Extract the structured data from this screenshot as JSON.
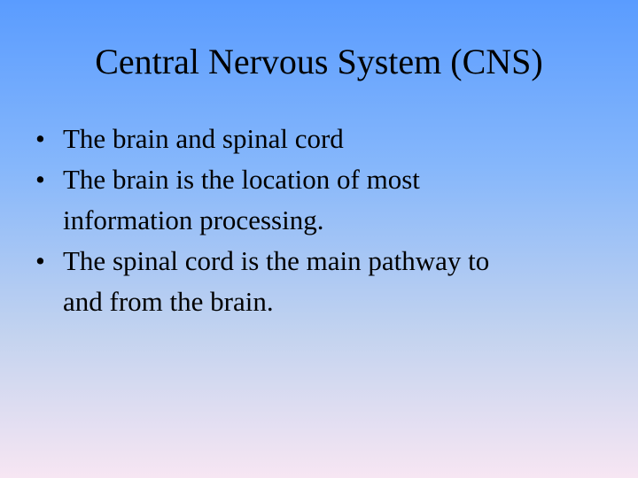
{
  "slide": {
    "title": "Central Nervous System (CNS)",
    "bullet_glyph": "•",
    "bullets": [
      {
        "lines": [
          "The brain and spinal cord"
        ]
      },
      {
        "lines": [
          "The brain is the location of most",
          "information processing."
        ]
      },
      {
        "lines": [
          "The spinal cord is the main pathway to",
          "and from the brain."
        ]
      }
    ]
  },
  "colors": {
    "background_top": "#5a9cff",
    "background_bottom": "#f7e6f3",
    "text": "#000000"
  }
}
